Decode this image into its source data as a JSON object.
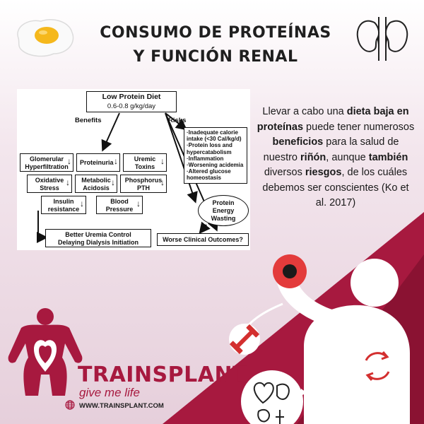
{
  "title": {
    "line1": "CONSUMO DE PROTEÍNAS",
    "line2": "Y FUNCIÓN RENAL"
  },
  "diagram": {
    "top_title": "Low Protein Diet",
    "top_subtitle": "0.6-0.8 g/kg/day",
    "benefits_label": "Benefits",
    "risks_label": "Risks",
    "benefit_boxes": [
      {
        "line1": "Glomerular",
        "line2": "Hyperfiltration"
      },
      {
        "line1": "Proteinuria",
        "line2": ""
      },
      {
        "line1": "Uremic",
        "line2": "Toxins"
      },
      {
        "line1": "Oxidative",
        "line2": "Stress"
      },
      {
        "line1": "Metabolic",
        "line2": "Acidosis"
      },
      {
        "line1": "Phosphorus",
        "line2": "PTH"
      },
      {
        "line1": "Insulin",
        "line2": "resistance"
      },
      {
        "line1": "Blood",
        "line2": "Pressure"
      }
    ],
    "risk_items": [
      "·Inadequate calorie",
      " intake (<30 Cal/kg/d)",
      "·Protein loss and",
      " hypercatabolism",
      "·Inflammation",
      "·Worsening acidemia",
      "·Altered glucose",
      " homeostasis"
    ],
    "pew": {
      "line1": "Protein",
      "line2": "Energy",
      "line3": "Wasting"
    },
    "outcome_good": {
      "line1": "Better Uremia Control",
      "line2": "Delaying Dialysis Initiation"
    },
    "outcome_bad": "Worse Clinical Outcomes?"
  },
  "description": {
    "t1": "Llevar a cabo una ",
    "b1": "dieta baja en proteínas",
    "t2": " puede tener numerosos ",
    "b2": "beneficios",
    "t3": " para la salud de nuestro ",
    "b3": "riñón",
    "t4": ", aunque ",
    "b4": "también",
    "t5": " diversos ",
    "b5": "riesgos",
    "t6": ", de los cuáles debemos ser conscientes (Ko et al. 2017)"
  },
  "brand": {
    "name": "TRAINSPLANT",
    "tagline": "give me life",
    "url": "WWW.TRAINSPLANT.COM"
  },
  "colors": {
    "crimson": "#a7193f",
    "dark_crimson": "#8a1232",
    "pink_bg_top": "#ffffff",
    "pink_bg_bottom": "#e9d5df"
  },
  "icons": [
    "fried-egg-icon",
    "kidneys-icon",
    "dumbbell-icon",
    "refresh-arrows-icon",
    "organs-icon",
    "globe-icon",
    "bodybuilder-logo-icon"
  ]
}
